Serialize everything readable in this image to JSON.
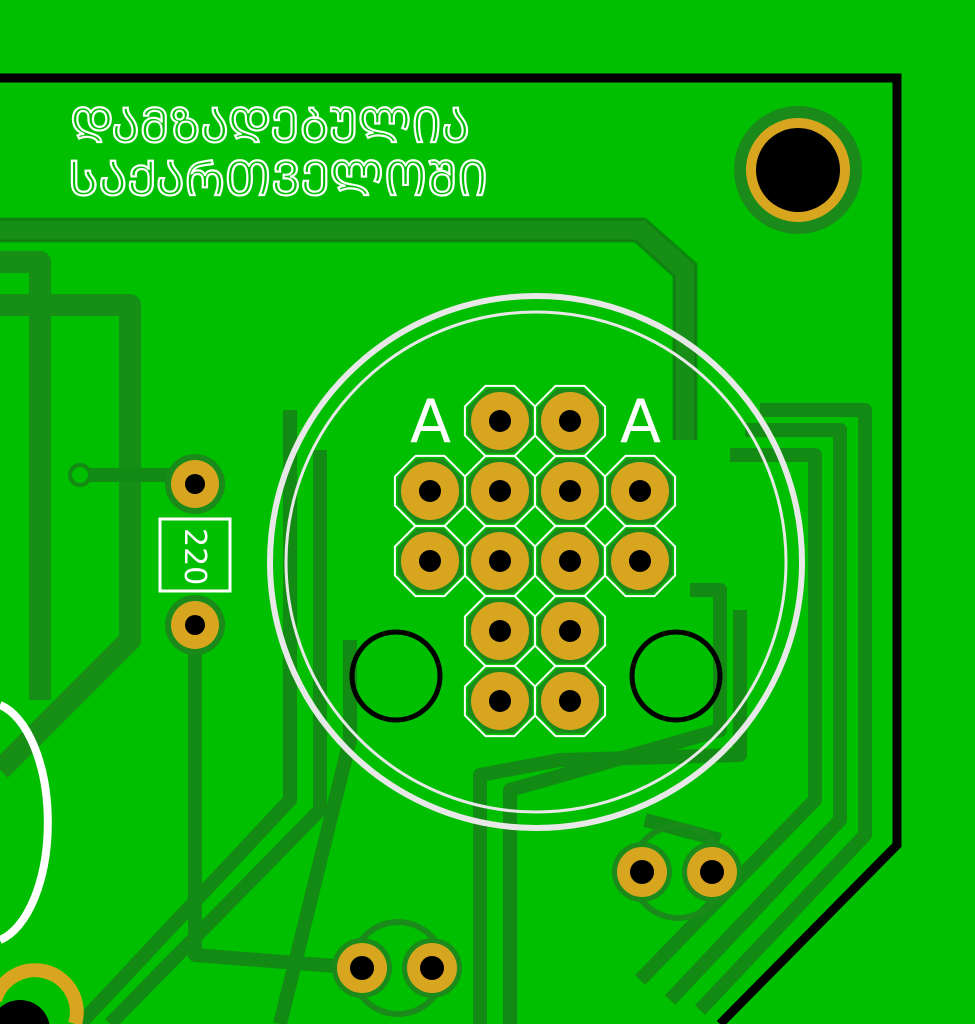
{
  "board": {
    "colors": {
      "copper_pour": "#00bf00",
      "trace": "#157a15",
      "trace_dark": "#1f5f1f",
      "pad_ring": "#d8a61e",
      "silkscreen": "#ffffff",
      "edge_cut": "#000000",
      "hole": "#000000"
    },
    "silkscreen_text": {
      "line1": "ᲓᲐᲛᲖᲐᲓᲔᲑᲣᲚᲘᲐ",
      "line2": "ᲡᲐᲥᲐᲠᲗᲕᲔᲚᲝᲨᲘ"
    },
    "connector": {
      "left_marker": "A",
      "right_marker": "A"
    },
    "resistor": {
      "value": "220"
    }
  }
}
